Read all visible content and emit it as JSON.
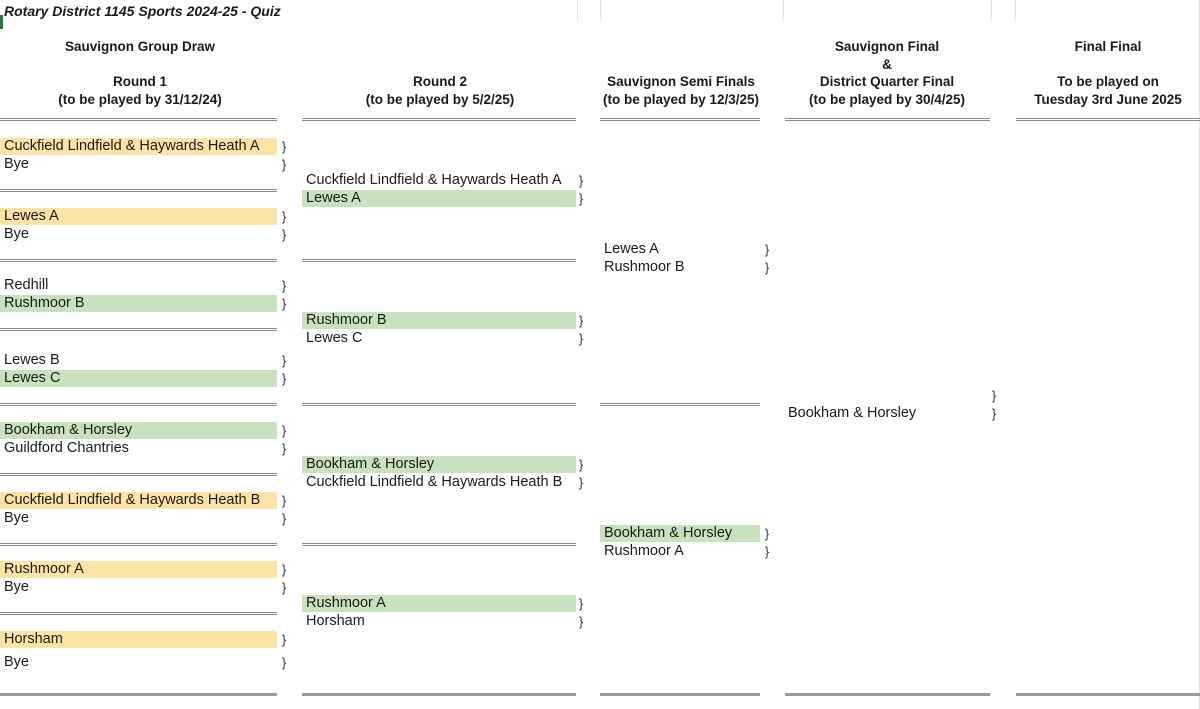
{
  "title": "Rotary District 1145 Sports 2024-25 - Quiz",
  "headers": {
    "group_draw": "Sauvignon Group Draw",
    "round1": "Round 1",
    "round1_sub": "(to be played by 31/12/24)",
    "round2": "Round 2",
    "round2_sub": "(to be played by 5/2/25)",
    "semi": "Sauvignon Semi Finals",
    "semi_sub": "(to be played by 12/3/25)",
    "final_l1": "Sauvignon Final",
    "final_l2": "&",
    "final_l3": "District Quarter Final",
    "final_sub": "(to be played by 30/4/25)",
    "ff_l1": "Final Final",
    "ff_l2": "To be played on",
    "ff_l3": "Tuesday 3rd June 2025"
  },
  "brace": "}",
  "round1": [
    "Cuckfield Lindfield & Haywards Heath A",
    "Bye",
    "Lewes A",
    "Bye",
    "Redhill",
    "Rushmoor B",
    "Lewes B",
    "Lewes C",
    "Bookham & Horsley",
    "Guildford Chantries",
    "Cuckfield Lindfield & Haywards Heath B",
    "Bye",
    "Rushmoor A",
    "Bye",
    "Horsham",
    "Bye"
  ],
  "round2": [
    "Cuckfield Lindfield & Haywards Heath A",
    "Lewes A",
    "Rushmoor B",
    "Lewes C",
    "Bookham & Horsley",
    "Cuckfield Lindfield & Haywards Heath B",
    "Rushmoor A",
    "Horsham"
  ],
  "semi": [
    "Lewes A",
    "Rushmoor B",
    "Bookham & Horsley",
    "Rushmoor A"
  ],
  "final": [
    "Bookham & Horsley"
  ],
  "colors": {
    "highlight_yellow": "#fde3a6",
    "highlight_green": "#c7e2bc"
  }
}
